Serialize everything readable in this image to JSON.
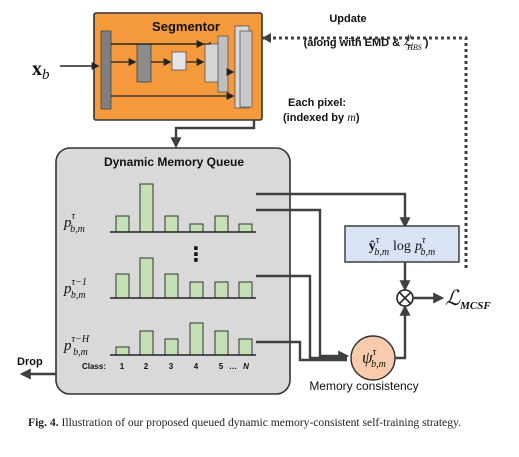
{
  "diagram": {
    "segmentor": {
      "title": "Segmentor",
      "fill": "#f59a3c"
    },
    "input": {
      "x_main": "x",
      "x_sub": "b"
    },
    "update": {
      "line1": "Update",
      "line2_prefix": "(along with EMD & ",
      "loss_letter": "ℒ",
      "loss_sup": "γ",
      "loss_sub": "HBS",
      "line2_suffix": ")"
    },
    "each_pixel": {
      "line1": "Each pixel:",
      "line2_prefix": "(indexed by ",
      "line2_var": "m",
      "line2_suffix": ")"
    },
    "queue": {
      "title": "Dynamic Memory Queue",
      "fill": "#d9d9d9",
      "bar_color": "#c5e0b4",
      "rows": [
        {
          "p": "p",
          "sup": "τ",
          "sub": "b,m",
          "values": [
            2,
            6,
            2,
            1,
            2,
            1
          ]
        },
        {
          "p": "p",
          "sup": "τ−1",
          "sub": "b,m",
          "values": [
            3,
            5,
            3,
            2,
            2,
            2
          ]
        },
        {
          "p": "p",
          "sup": "τ−H",
          "sub": "b,m",
          "values": [
            1,
            3,
            2,
            4,
            3,
            2
          ]
        }
      ],
      "dots": "⋮",
      "class_label": "Class:",
      "class_ticks": [
        "1",
        "2",
        "3",
        "4",
        "5",
        "…",
        "N"
      ]
    },
    "drop": "Drop",
    "formula_box": {
      "y": "ŷ",
      "sup": "τ",
      "sub": "b,m",
      "log": "log",
      "p": "p",
      "p_sup": "τ",
      "p_sub": "b,m",
      "fill": "#dae3f3"
    },
    "otimes": "⊗",
    "loss": {
      "letter": "ℒ",
      "sub": "MCSF"
    },
    "psi": {
      "symbol": "ψ",
      "sup": "τ",
      "sub": "b,m",
      "fill": "#f8cbad"
    },
    "memory_consistency": "Memory consistency"
  },
  "caption": {
    "fig_label": "Fig. 4.",
    "text": " Illustration of our proposed queued dynamic memory-consistent self-training strategy."
  }
}
